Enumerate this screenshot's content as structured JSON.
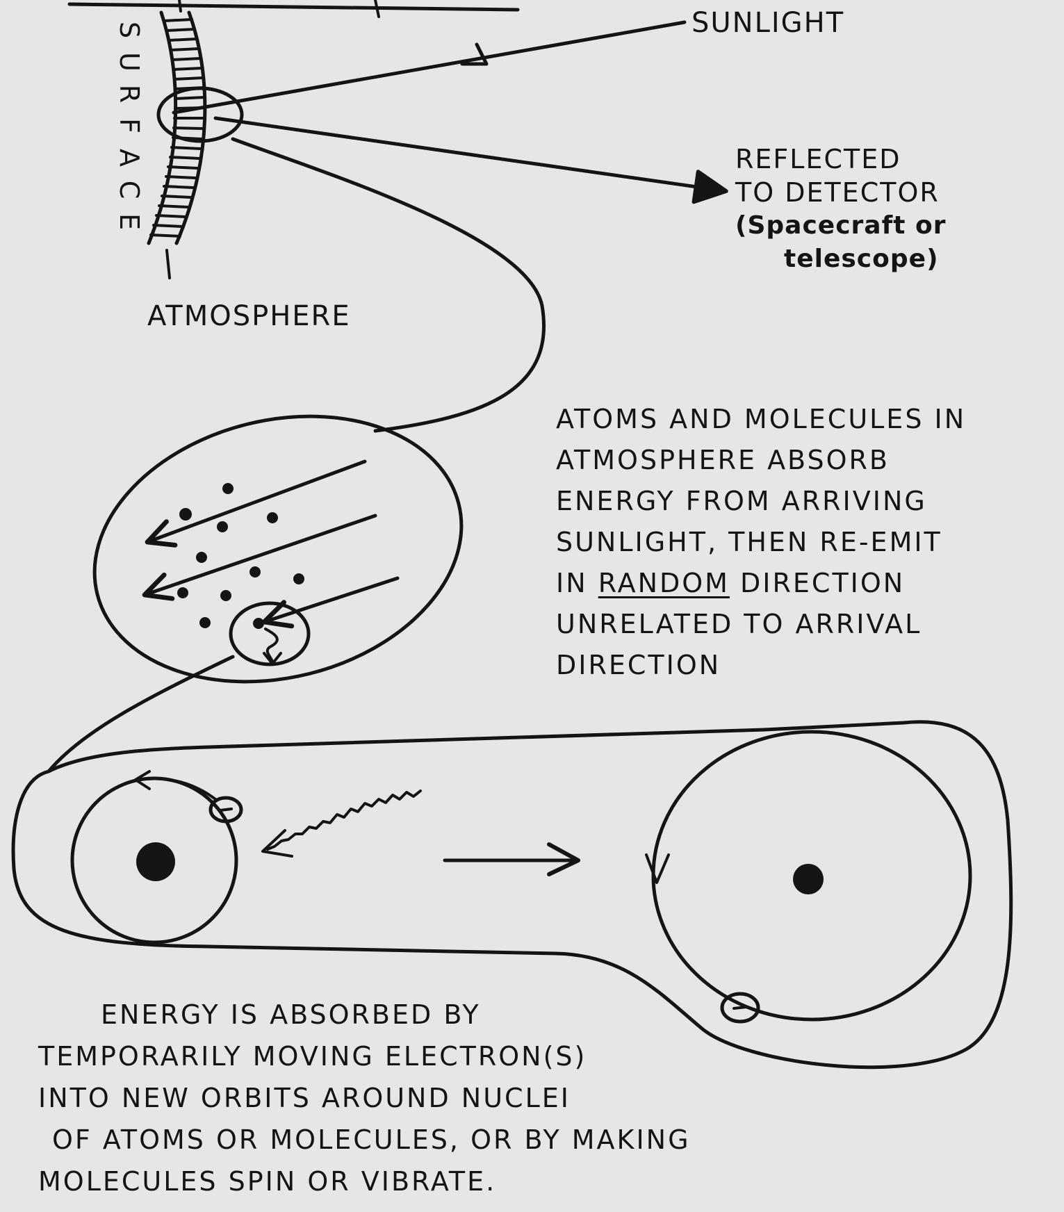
{
  "labels": {
    "sunlight": "SUNLIGHT",
    "reflected_line1": "REFLECTED",
    "reflected_line2": "TO DETECTOR",
    "reflected_line3": "(Spacecraft or",
    "reflected_line4": "telescope)",
    "surface": "SURFACE",
    "atmosphere": "ATMOSPHERE"
  },
  "absorption_note": {
    "line1": "ATOMS AND MOLECULES IN",
    "line2": "ATMOSPHERE ABSORB",
    "line3": "ENERGY FROM ARRIVING",
    "line4": "SUNLIGHT, THEN RE-EMIT",
    "line5_pre": "IN ",
    "line5_underlined": "RANDOM",
    "line5_post": " DIRECTION",
    "line6": "UNRELATED TO ARRIVAL",
    "line7": "DIRECTION"
  },
  "energy_note": {
    "line1": "ENERGY IS ABSORBED BY",
    "line2": "TEMPORARILY MOVING ELECTRON(S)",
    "line3": "INTO NEW ORBITS AROUND NUCLEI",
    "line4": "OF ATOMS OR MOLECULES, OR BY MAKING",
    "line5": "MOLECULES SPIN OR VIBRATE."
  }
}
